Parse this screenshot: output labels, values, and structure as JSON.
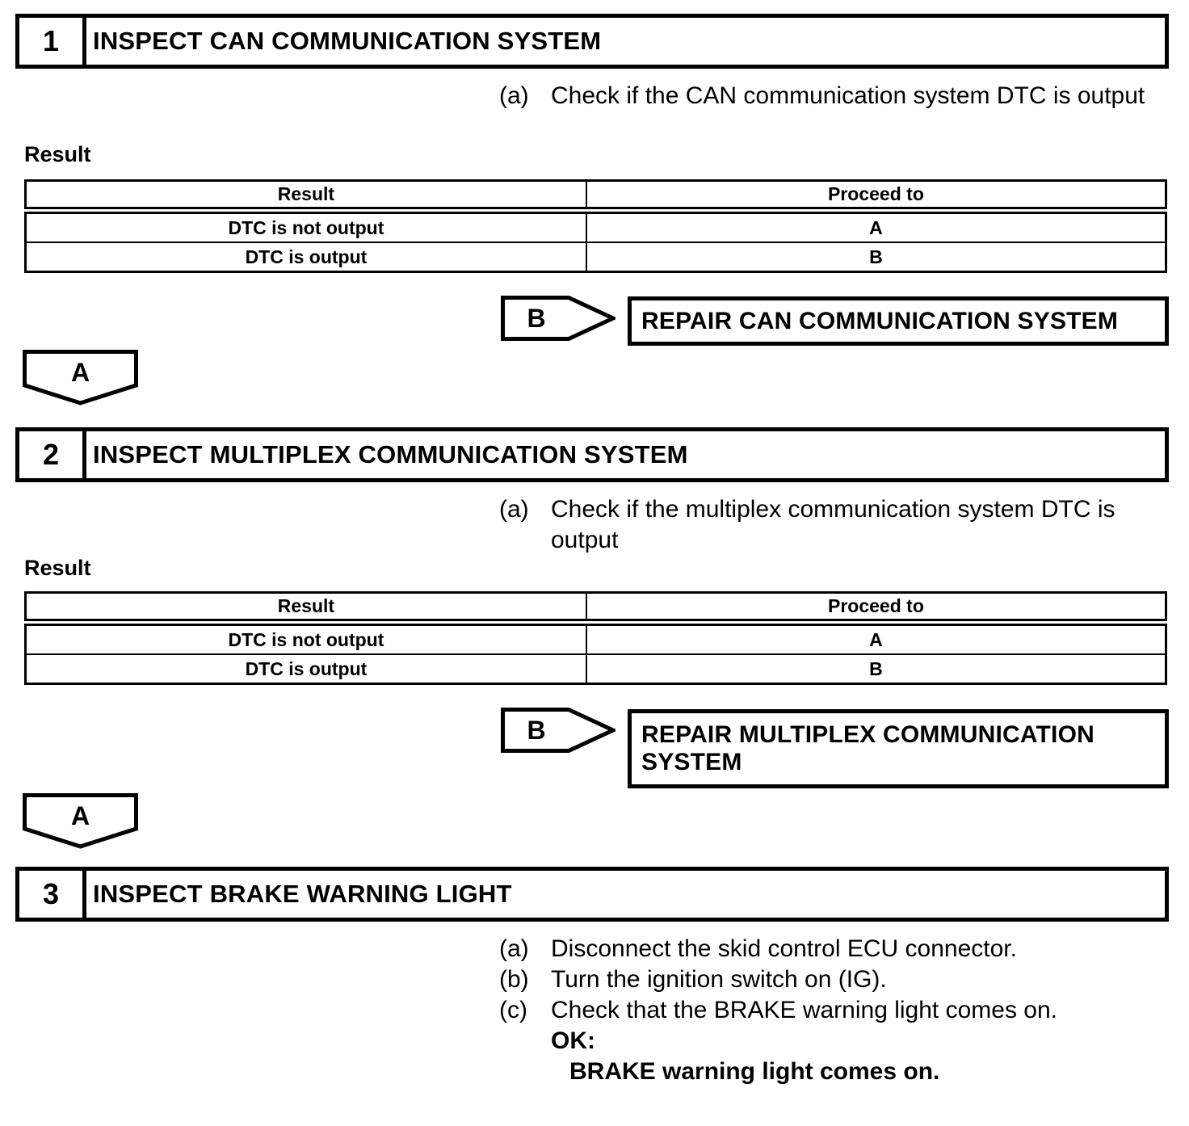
{
  "document": {
    "background": "#ffffff",
    "text_color": "#000000"
  },
  "steps": [
    {
      "number": "1",
      "title": "INSPECT CAN COMMUNICATION SYSTEM",
      "instructions": [
        {
          "marker": "(a)",
          "lines": [
            "Check if the CAN communication system DTC is output"
          ]
        }
      ],
      "result_label": "Result",
      "result_table": {
        "col_headers": [
          "Result",
          "Proceed to"
        ],
        "rows": [
          {
            "result": "DTC is not output",
            "proceed_to": "A"
          },
          {
            "result": "DTC is output",
            "proceed_to": "B"
          }
        ]
      },
      "branch": {
        "connector_label": "B",
        "action_lines": [
          "REPAIR CAN COMMUNICATION SYSTEM"
        ]
      },
      "next_connector_label": "A"
    },
    {
      "number": "2",
      "title": "INSPECT MULTIPLEX COMMUNICATION SYSTEM",
      "instructions": [
        {
          "marker": "(a)",
          "lines": [
            "Check if the multiplex communication system DTC is",
            "output"
          ]
        }
      ],
      "result_label": "Result",
      "result_table": {
        "col_headers": [
          "Result",
          "Proceed to"
        ],
        "rows": [
          {
            "result": "DTC is not output",
            "proceed_to": "A"
          },
          {
            "result": "DTC is output",
            "proceed_to": "B"
          }
        ]
      },
      "branch": {
        "connector_label": "B",
        "action_lines": [
          "REPAIR MULTIPLEX COMMUNICATION",
          "SYSTEM"
        ]
      },
      "next_connector_label": "A"
    },
    {
      "number": "3",
      "title": "INSPECT BRAKE WARNING LIGHT",
      "instructions": [
        {
          "marker": "(a)",
          "text": "Disconnect the skid control ECU connector."
        },
        {
          "marker": "(b)",
          "text": "Turn the ignition switch on (IG)."
        },
        {
          "marker": "(c)",
          "text": "Check that the BRAKE warning light comes on."
        },
        {
          "marker": "",
          "text": "OK:"
        },
        {
          "marker": "",
          "text": "BRAKE warning light comes on."
        }
      ]
    }
  ]
}
